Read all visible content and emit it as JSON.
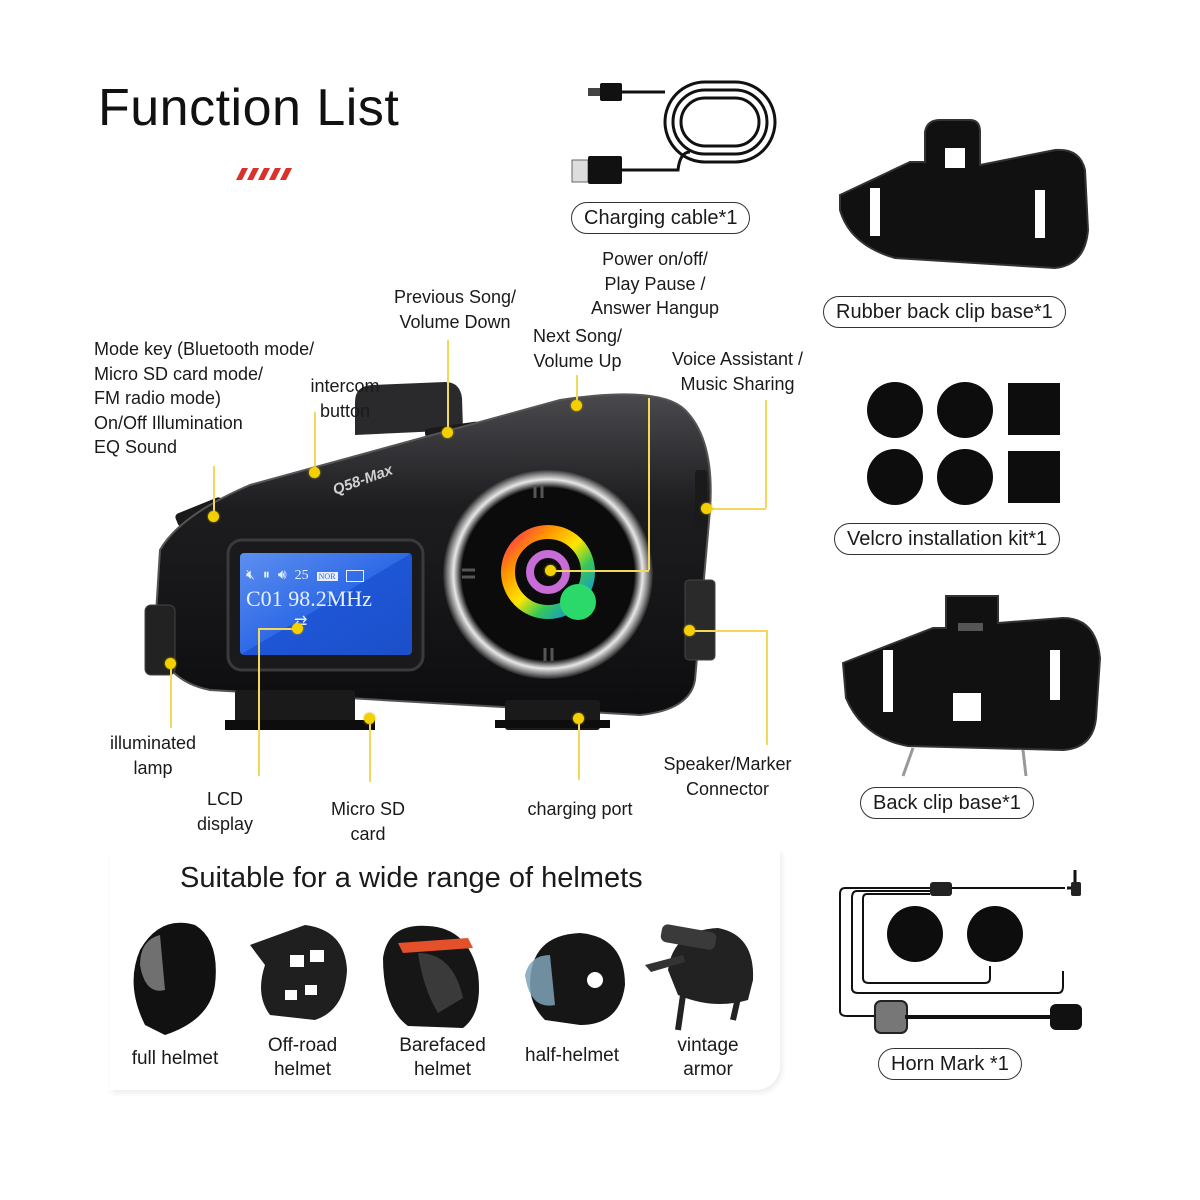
{
  "header": {
    "title": "Function List",
    "accent_color": "#d9312b"
  },
  "callouts": {
    "mode_key": "Mode key (Bluetooth mode/\nMicro SD card mode/\nFM radio mode)\nOn/Off Illumination\nEQ Sound",
    "intercom": "intercom\nbutton",
    "previous_song": "Previous Song/\nVolume Down",
    "next_song": "Next Song/\nVolume Up",
    "power": "Power on/off/\nPlay Pause /\nAnswer Hangup",
    "voice_assistant": "Voice Assistant /\nMusic Sharing",
    "illuminated_lamp": "illuminated\nlamp",
    "lcd_display": "LCD\ndisplay",
    "micro_sd": "Micro SD\ncard",
    "charging_port": "charging port",
    "speaker_connector": "Speaker/Marker\nConnector"
  },
  "device": {
    "model": "Q58-Max",
    "lcd": {
      "channel": "C01",
      "frequency": "98.2",
      "unit": "MHz",
      "volume": "25",
      "eq_badge": "NOR"
    },
    "callout_color": "#f5d000"
  },
  "accessories": [
    {
      "label": "Charging cable*1",
      "icon": "usb-cable-icon"
    },
    {
      "label": "Rubber back clip base*1",
      "icon": "clip-base-icon"
    },
    {
      "label": "Velcro installation kit*1",
      "icon": "velcro-pads-icon"
    },
    {
      "label": "Back clip base*1",
      "icon": "back-clip-icon"
    },
    {
      "label": "Horn Mark *1",
      "icon": "headset-speaker-icon"
    }
  ],
  "helmets": {
    "title": "Suitable for a wide range of helmets",
    "items": [
      {
        "label": "full helmet"
      },
      {
        "label": "Off-road\nhelmet"
      },
      {
        "label": "Barefaced\nhelmet"
      },
      {
        "label": "half-helmet"
      },
      {
        "label": "vintage\narmor"
      }
    ]
  }
}
